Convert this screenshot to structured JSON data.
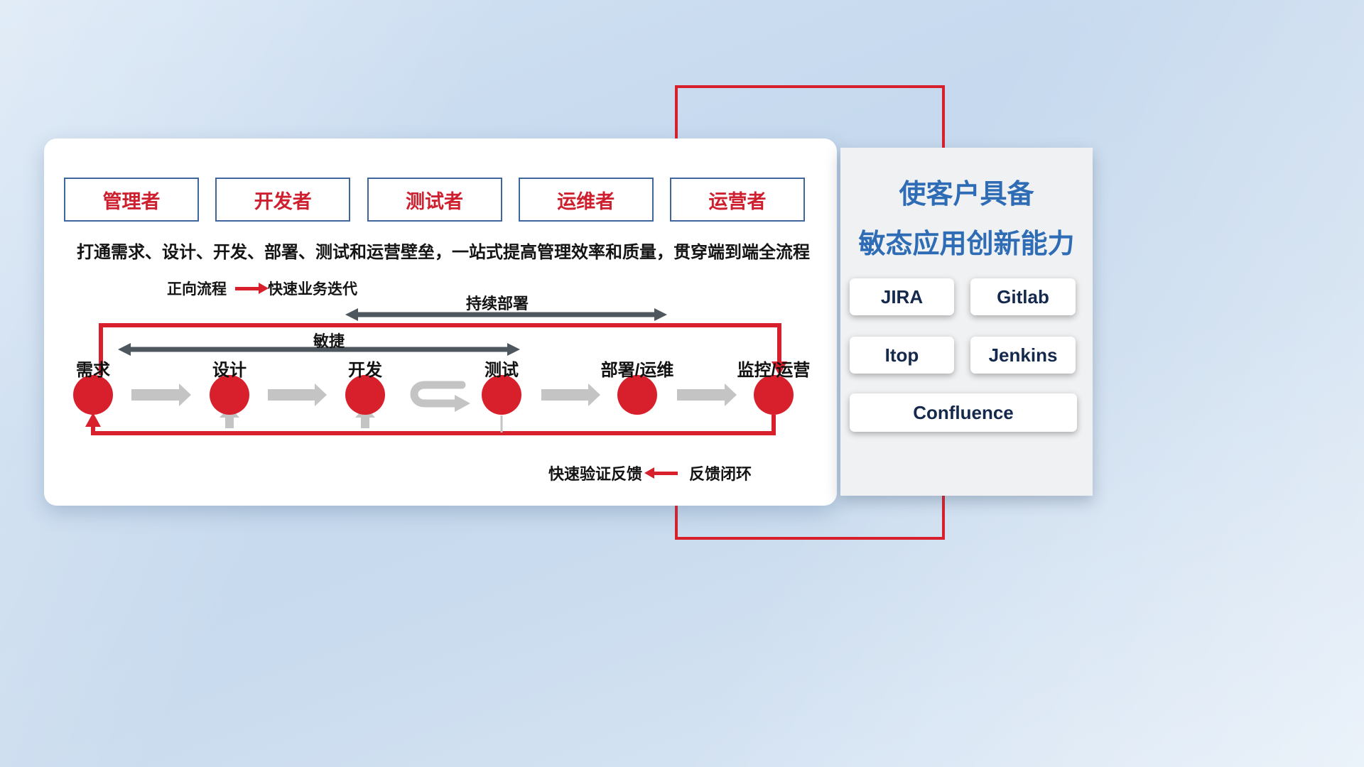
{
  "roles": {
    "items": [
      {
        "label": "管理者"
      },
      {
        "label": "开发者"
      },
      {
        "label": "测试者"
      },
      {
        "label": "运维者"
      },
      {
        "label": "运营者"
      }
    ]
  },
  "card": {
    "subtitle": "打通需求、设计、开发、部署、测试和运营壁垒，一站式提高管理效率和质量，贯穿端到端全流程",
    "forward_legend": {
      "label": "正向流程",
      "desc": "快速业务迭代"
    },
    "cd_label": "持续部署",
    "agile_label": "敏捷",
    "feedback_legend": {
      "desc": "快速验证反馈",
      "label": "反馈闭环"
    }
  },
  "flow": {
    "stages": [
      {
        "label": "需求"
      },
      {
        "label": "设计"
      },
      {
        "label": "开发"
      },
      {
        "label": "测试"
      },
      {
        "label": "部署/运维"
      },
      {
        "label": "监控/运营"
      }
    ]
  },
  "panel": {
    "title_line1": "使客户具备",
    "title_line2": "敏态应用创新能力",
    "tools": [
      {
        "label": "JIRA"
      },
      {
        "label": "Gitlab"
      },
      {
        "label": "Itop"
      },
      {
        "label": "Jenkins"
      },
      {
        "label": "Confluence"
      }
    ]
  },
  "colors": {
    "accent_red": "#d8202c",
    "role_border_blue": "#40669f",
    "panel_title_blue": "#2e6cb5",
    "tool_text_navy": "#15294d",
    "dark_range_arrow": "#4e565e",
    "gray_step_arrow": "#c4c4c4"
  }
}
